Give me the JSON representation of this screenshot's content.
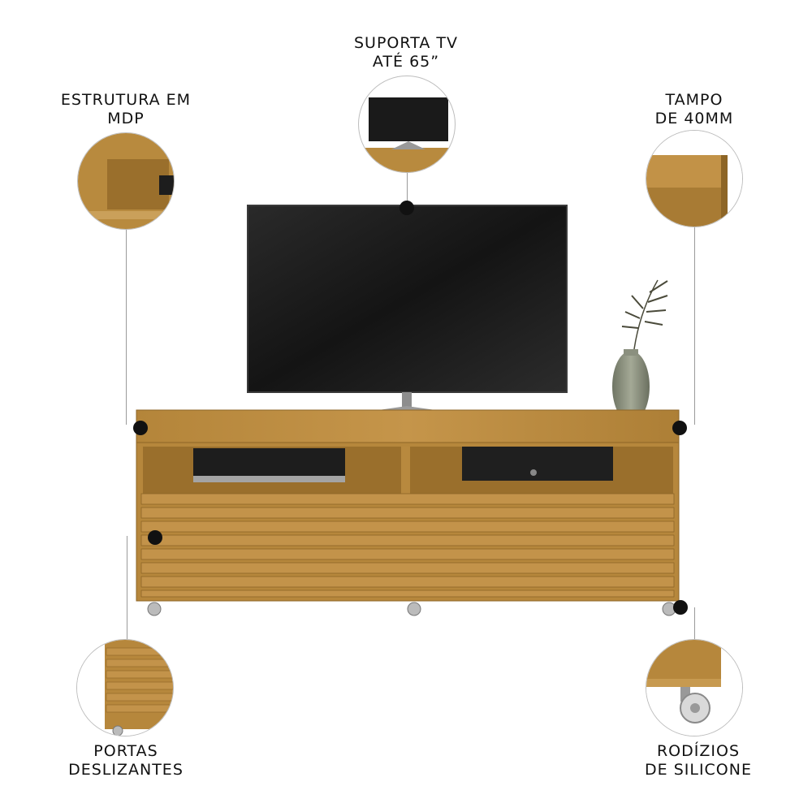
{
  "callouts": {
    "top_center": {
      "line1": "SUPORTA TV",
      "line2": "ATÉ 65”"
    },
    "top_left": {
      "line1": "ESTRUTURA EM",
      "line2": "MDP"
    },
    "top_right": {
      "line1": "TAMPO",
      "line2": "DE 40MM"
    },
    "bottom_left": {
      "line1": "PORTAS",
      "line2": "DESLIZANTES"
    },
    "bottom_right": {
      "line1": "RODÍZIOS",
      "line2": "DE SILICONE"
    }
  },
  "colors": {
    "wood": "#b88a3e",
    "wood_dark": "#8d6526",
    "wood_light": "#cf9f52",
    "screen": "#1a1a1a"
  }
}
